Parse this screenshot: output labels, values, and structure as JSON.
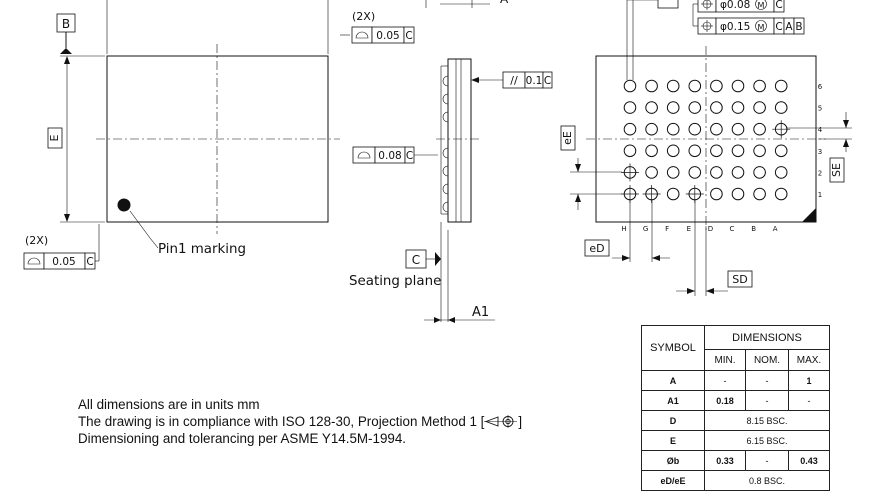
{
  "top_view": {
    "datum_b": "B",
    "dim_e": "E",
    "pin1_label": "Pin1 marking",
    "fcf_top": {
      "count": "(2X)",
      "value": "0.05",
      "datum": "C"
    },
    "fcf_bottom": {
      "count": "(2X)",
      "value": "0.05",
      "datum": "C"
    }
  },
  "side_view": {
    "dim_a_top": "A",
    "fcf_parallel": {
      "symbol": "//",
      "value": "0.1",
      "datum": "C"
    },
    "fcf_flatness": {
      "value": "0.08",
      "datum": "C"
    },
    "datum_c": "C",
    "seating_plane": "Seating plane",
    "dim_a1": "A1"
  },
  "bottom_view": {
    "fcf_pos1": {
      "value": "φ0.08",
      "mod": "M",
      "datum": "C"
    },
    "fcf_pos2": {
      "value": "φ0.15",
      "mod": "M",
      "datums": [
        "C",
        "A",
        "B"
      ]
    },
    "dim_ee": "eE",
    "dim_ed": "eD",
    "dim_se": "SE",
    "dim_sd": "SD",
    "row_labels": [
      "6",
      "5",
      "4",
      "3",
      "2",
      "1"
    ],
    "col_labels": [
      "H",
      "G",
      "F",
      "E",
      "D",
      "C",
      "B",
      "A"
    ]
  },
  "notes": [
    "All dimensions are in units mm",
    "The drawing is in compliance with ISO 128-30, Projection Method 1 [",
    "Dimensioning and tolerancing per ASME Y14.5M-1994."
  ],
  "notes_tail": "]",
  "table": {
    "header_symbol": "SYMBOL",
    "header_dimensions": "DIMENSIONS",
    "col_min": "MIN.",
    "col_nom": "NOM.",
    "col_max": "MAX.",
    "rows": [
      {
        "symbol": "A",
        "min": "-",
        "nom": "-",
        "max": "1"
      },
      {
        "symbol": "A1",
        "min": "0.18",
        "nom": "-",
        "max": "-"
      },
      {
        "symbol": "D",
        "bsc": "8.15 BSC."
      },
      {
        "symbol": "E",
        "bsc": "6.15 BSC."
      },
      {
        "symbol": "Øb",
        "min": "0.33",
        "nom": "-",
        "max": "0.43"
      },
      {
        "symbol": "eD/eE",
        "bsc": "0.8 BSC."
      }
    ]
  }
}
